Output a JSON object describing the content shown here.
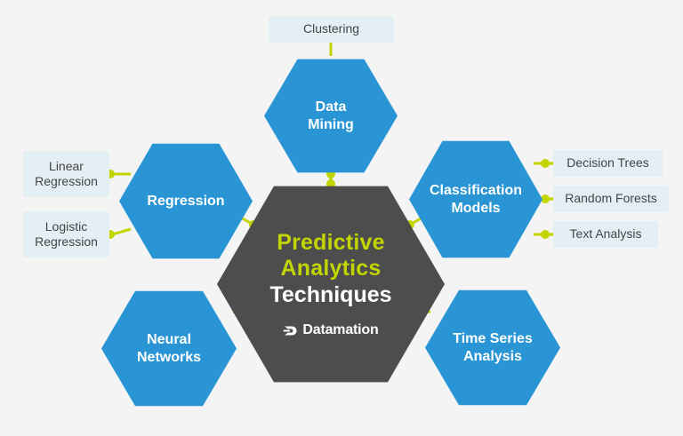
{
  "center": {
    "line1": "Predictive",
    "line2": "Analytics",
    "line3": "Techniques",
    "brand": "Datamation",
    "brand_icon": "datamation-logo-icon"
  },
  "nodes": [
    {
      "id": "data-mining",
      "label": "Data\nMining",
      "line1": "Data",
      "line2": "Mining"
    },
    {
      "id": "regression",
      "label": "Regression",
      "line1": "Regression",
      "line2": ""
    },
    {
      "id": "classification-models",
      "label": "Classification Models",
      "line1": "Classification",
      "line2": "Models"
    },
    {
      "id": "neural-networks",
      "label": "Neural Networks",
      "line1": "Neural",
      "line2": "Networks"
    },
    {
      "id": "time-series-analysis",
      "label": "Time Series Analysis",
      "line1": "Time Series",
      "line2": "Analysis"
    }
  ],
  "leaves": [
    {
      "id": "clustering",
      "line1": "Clustering",
      "line2": ""
    },
    {
      "id": "linear-regression",
      "line1": "Linear",
      "line2": "Regression"
    },
    {
      "id": "logistic-regression",
      "line1": "Logistic",
      "line2": "Regression"
    },
    {
      "id": "decision-trees",
      "line1": "Decision Trees",
      "line2": ""
    },
    {
      "id": "random-forests",
      "line1": "Random Forests",
      "line2": ""
    },
    {
      "id": "text-analysis",
      "line1": "Text Analysis",
      "line2": ""
    }
  ],
  "colors": {
    "background": "#f4f4f4",
    "hex_blue": "#2a95d5",
    "hex_center": "#4d4d4d",
    "accent_green": "#c2d500",
    "leaf_bg": "#e3eff5",
    "leaf_text": "#444444"
  }
}
